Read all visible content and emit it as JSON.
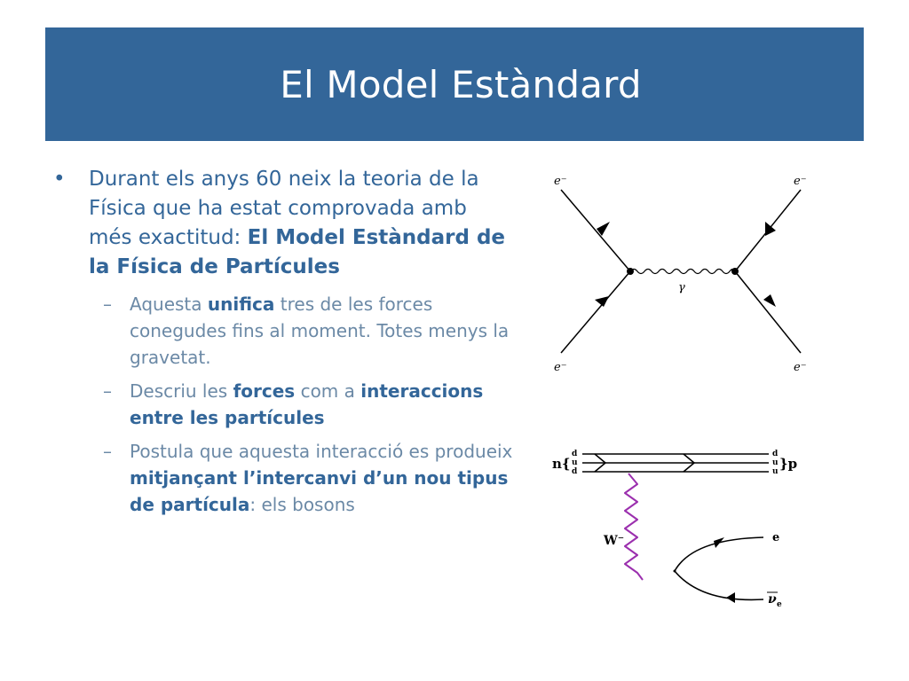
{
  "slide": {
    "title": "El Model Estàndard"
  },
  "bullet": {
    "marker": "•",
    "text_before": "Durant els anys 60 neix la teoria de la Física que ha estat comprovada amb més exactitud: ",
    "text_bold": "El Model Estàndard de la Física de Partícules"
  },
  "sub_items": [
    {
      "marker": "–",
      "t1": "Aquesta ",
      "b1": "unifica",
      "t2": " tres de les forces conegudes fins al moment. Totes menys la gravetat."
    },
    {
      "marker": "–",
      "t1": "Descriu les ",
      "b1": "forces",
      "t2": " com a ",
      "b2": "interaccions entre les partícules"
    },
    {
      "marker": "–",
      "t1": "Postula que aquesta interacció es produeix ",
      "b1": "mitjançant l’intercanvi d’un nou tipus de partícula",
      "t2": ": els bosons"
    }
  ],
  "diagram1": {
    "labels": {
      "top_left": "e⁻",
      "top_right": "e⁻",
      "bottom_left": "e⁻",
      "bottom_right": "e⁻",
      "photon": "γ"
    }
  },
  "diagram2": {
    "labels": {
      "neutron": "n{",
      "quarks_left": [
        "d",
        "u",
        "d"
      ],
      "quarks_right": [
        "d",
        "u",
        "u"
      ],
      "proton": "}p",
      "boson": "W⁻",
      "electron": "e",
      "antineutrino": "ν",
      "antineutrino_sub": "e"
    },
    "colors": {
      "boson_line": "#9b2fae"
    }
  },
  "colors": {
    "title_bar": "#336699",
    "main_text": "#336699",
    "sub_text": "#6b89a6"
  }
}
